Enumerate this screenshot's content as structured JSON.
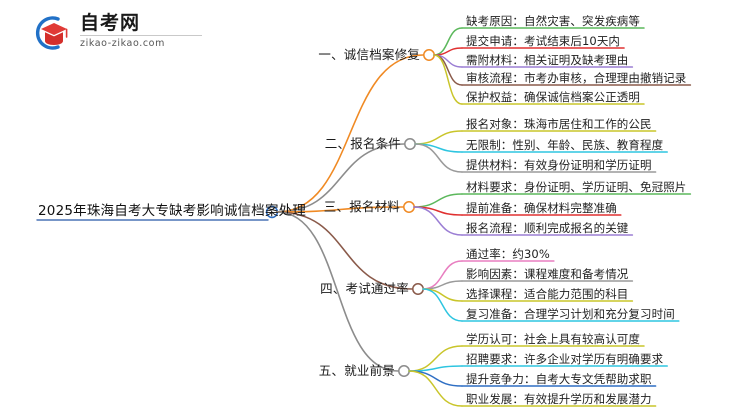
{
  "logo": {
    "name": "zikao-logo",
    "cn_text": "自考网",
    "en_text": "zikao-zikao.com",
    "arc_color": "#2171c7",
    "cap_color": "#e03a36"
  },
  "mindmap": {
    "root": {
      "label": "2025年珠海自考大专缺考影响诚信档案处理",
      "underline_color": "#4a73b5",
      "node_color": "#2f6fc4"
    },
    "branches": [
      {
        "label": "一、诚信档案修复",
        "line_color": "#f08a24",
        "node_color": "#f08a24",
        "underline_color": "#f08a24",
        "children": [
          {
            "label": "缺考原因：自然灾害、突发疾病等",
            "color": "#5cb85c"
          },
          {
            "label": "提交申请：考试结束后10天内",
            "color": "#e03030"
          },
          {
            "label": "需附材料：相关证明及缺考理由",
            "color": "#9b7ed4"
          },
          {
            "label": "审核流程：市考办审核，合理理由撤销记录",
            "color": "#8a5a4a"
          },
          {
            "label": "保护权益：确保诚信档案公正透明",
            "color": "#c9c52a"
          }
        ]
      },
      {
        "label": "二、报名条件",
        "line_color": "#8c8c8c",
        "node_color": "#8c8c8c",
        "underline_color": "#8c8c8c",
        "children": [
          {
            "label": "报名对象：珠海市居住和工作的公民",
            "color": "#c9c52a"
          },
          {
            "label": "无限制：性别、年龄、民族、教育程度",
            "color": "#2ec5e0"
          },
          {
            "label": "提供材料：有效身份证明和学历证明",
            "color": "#9a9a9a"
          }
        ]
      },
      {
        "label": "三、报名材料",
        "line_color": "#f08a24",
        "node_color": "#f08a24",
        "underline_color": "#f08a24",
        "children": [
          {
            "label": "材料要求：身份证明、学历证明、免冠照片",
            "color": "#5cb85c"
          },
          {
            "label": "提前准备：确保材料完整准确",
            "color": "#e03030"
          },
          {
            "label": "报名流程：顺利完成报名的关键",
            "color": "#9b7ed4"
          }
        ]
      },
      {
        "label": "四、考试通过率",
        "line_color": "#8a5a4a",
        "node_color": "#8a5a4a",
        "underline_color": "#8a5a4a",
        "children": [
          {
            "label": "通过率：约30%",
            "color": "#e87ec0"
          },
          {
            "label": "影响因素：课程难度和备考情况",
            "color": "#9a9a9a"
          },
          {
            "label": "选择课程：适合能力范围的科目",
            "color": "#c9c52a"
          },
          {
            "label": "复习准备：合理学习计划和充分复习时间",
            "color": "#2ec5e0"
          }
        ]
      },
      {
        "label": "五、就业前景",
        "line_color": "#8c8c8c",
        "node_color": "#8c8c8c",
        "underline_color": "#8c8c8c",
        "children": [
          {
            "label": "学历认可：社会上具有较高认可度",
            "color": "#c9c52a"
          },
          {
            "label": "招聘要求：许多企业对学历有明确要求",
            "color": "#2ec5e0"
          },
          {
            "label": "提升竞争力：自考大专文凭帮助求职",
            "color": "#2f6fc4"
          },
          {
            "label": "职业发展：有效提升学历和发展潜力",
            "color": "#c9c52a"
          }
        ]
      }
    ]
  }
}
